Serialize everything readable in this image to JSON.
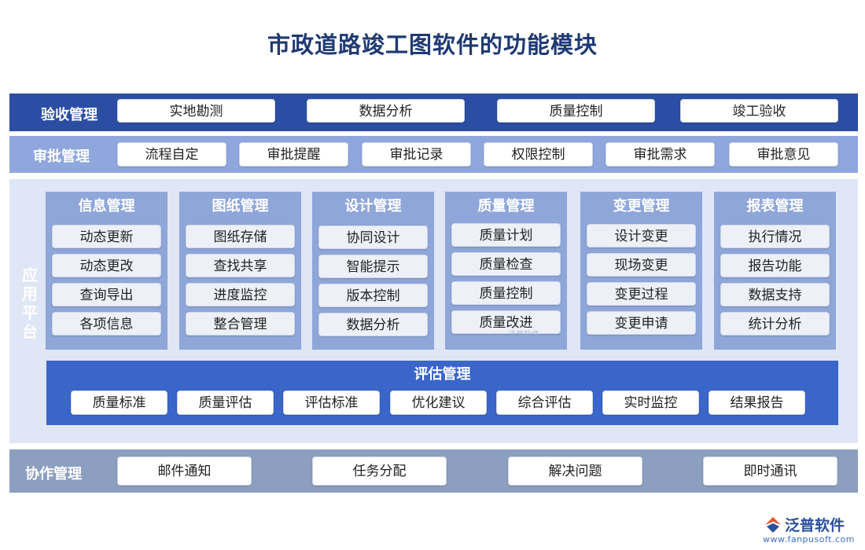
{
  "title": "市政道路竣工图软件的功能模块",
  "acceptance": {
    "label": "验收管理",
    "items": [
      "实地勘测",
      "数据分析",
      "质量控制",
      "竣工验收"
    ]
  },
  "approval": {
    "label": "审批管理",
    "items": [
      "流程自定",
      "审批提醒",
      "审批记录",
      "权限控制",
      "审批需求",
      "审批意见"
    ]
  },
  "platform": {
    "label": "应用平台",
    "modules": [
      {
        "title": "信息管理",
        "items": [
          "动态更新",
          "动态更改",
          "查询导出",
          "各项信息"
        ]
      },
      {
        "title": "图纸管理",
        "items": [
          "图纸存储",
          "查找共享",
          "进度监控",
          "整合管理"
        ]
      },
      {
        "title": "设计管理",
        "items": [
          "协同设计",
          "智能提示",
          "版本控制",
          "数据分析"
        ]
      },
      {
        "title": "质量管理",
        "items": [
          "质量计划",
          "质量检查",
          "质量控制",
          "质量改进"
        ]
      },
      {
        "title": "变更管理",
        "items": [
          "设计变更",
          "现场变更",
          "变更过程",
          "变更申请"
        ]
      },
      {
        "title": "报表管理",
        "items": [
          "执行情况",
          "报告功能",
          "数据支持",
          "统计分析"
        ]
      }
    ],
    "evaluation": {
      "title": "评估管理",
      "items": [
        "质量标准",
        "质量评估",
        "评估标准",
        "优化建议",
        "综合评估",
        "实时监控",
        "结果报告"
      ]
    }
  },
  "collaboration": {
    "label": "协作管理",
    "items": [
      "邮件通知",
      "任务分配",
      "解决问题",
      "即时通讯"
    ]
  },
  "brand": {
    "name": "泛普软件",
    "url": "www.fanpusoft.com",
    "watermark": "泛普软件"
  },
  "colors": {
    "title": "#1f3a73",
    "acceptance": "#2b4ea3",
    "approval": "#8fa7dd",
    "platform": "#dfe6f5",
    "module": "#8fa6d9",
    "evaluation": "#3a65c9",
    "collaboration": "#8d9fbe"
  }
}
